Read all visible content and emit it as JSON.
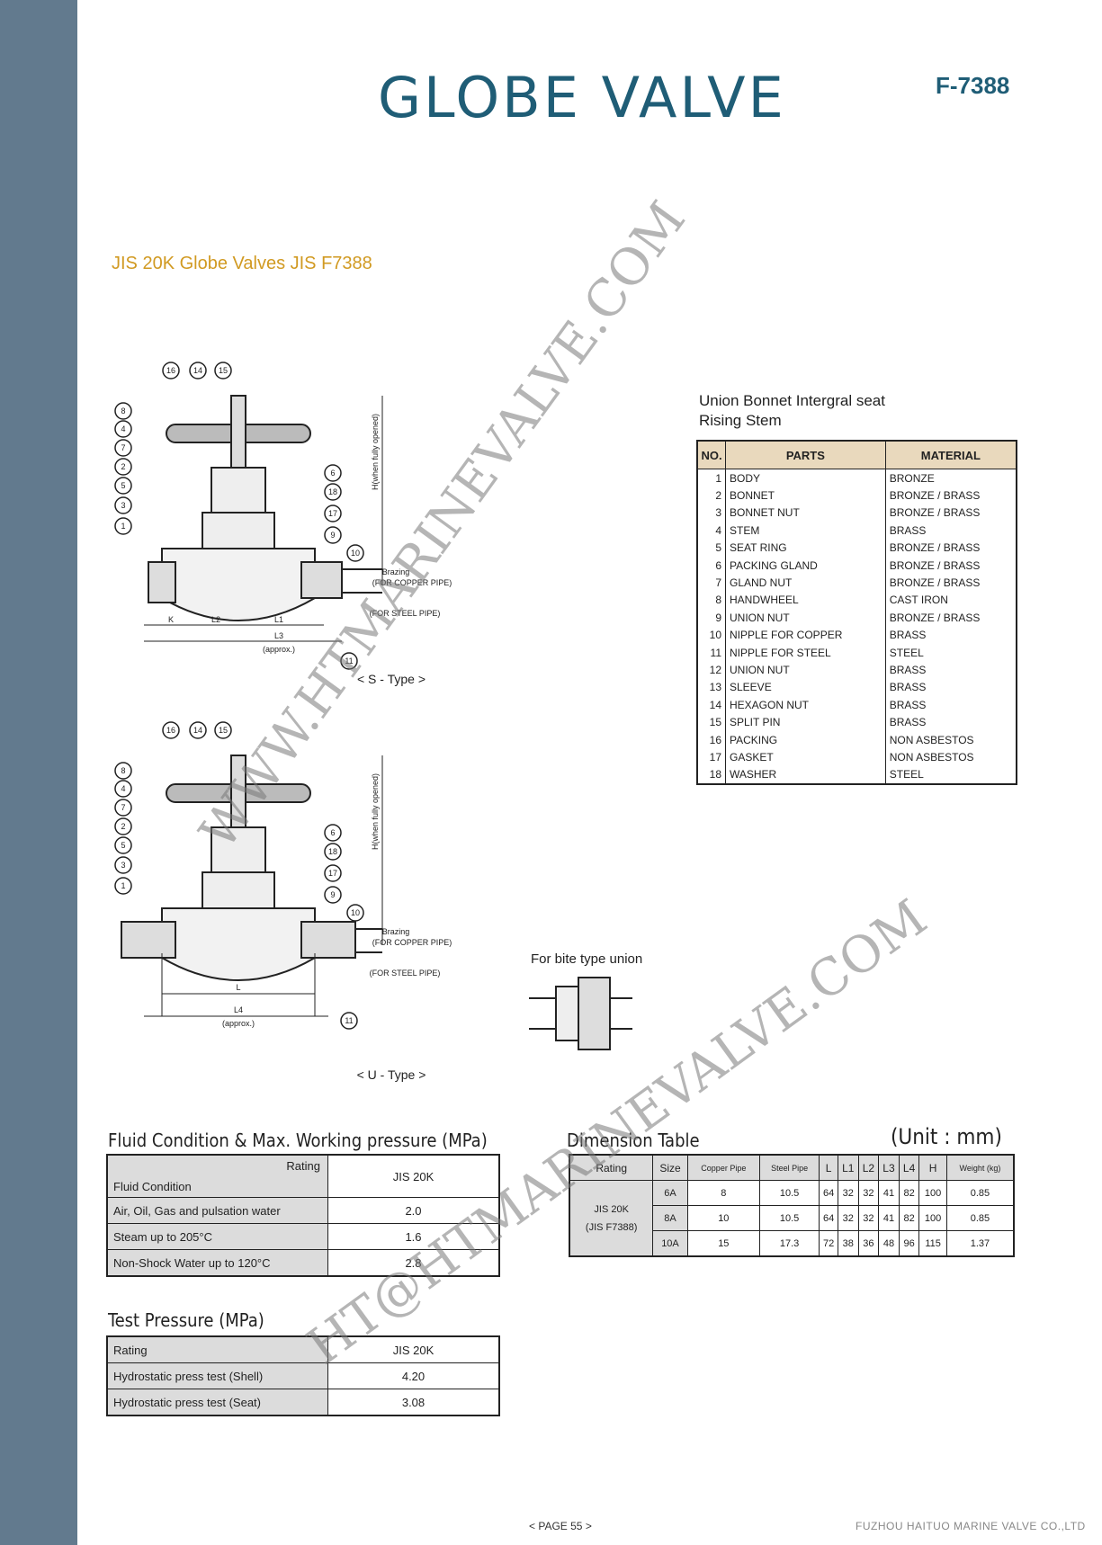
{
  "header": {
    "title": "GLOBE VALVE",
    "code": "F-7388"
  },
  "subtitle": "JIS 20K Globe Valves JIS F7388",
  "drawing": {
    "s_type_label": "< S - Type >",
    "u_type_label": "< U - Type >",
    "h_label": "H(when fully opened)",
    "brazing": "Brazing",
    "for_copper": "(FOR COPPER PIPE)",
    "for_steel": "(FOR STEEL PIPE)",
    "approx": "(approx.)",
    "dims_s": [
      "K",
      "L2",
      "L1",
      "L3"
    ],
    "dims_u": [
      "L",
      "L4"
    ],
    "bite_label": "For bite type union",
    "balloons_top": [
      "16",
      "14",
      "15"
    ],
    "balloons_left": [
      "8",
      "4",
      "7",
      "2",
      "5",
      "3",
      "1"
    ],
    "balloons_right": [
      "6",
      "18",
      "17",
      "9",
      "10",
      "11"
    ]
  },
  "parts": {
    "heading_line1": "Union Bonnet Intergral seat",
    "heading_line2": "Rising Stem",
    "columns": [
      "NO.",
      "PARTS",
      "MATERIAL"
    ],
    "rows": [
      [
        "1",
        "BODY",
        "BRONZE"
      ],
      [
        "2",
        "BONNET",
        "BRONZE / BRASS"
      ],
      [
        "3",
        "BONNET NUT",
        "BRONZE / BRASS"
      ],
      [
        "4",
        "STEM",
        "BRASS"
      ],
      [
        "5",
        "SEAT RING",
        "BRONZE / BRASS"
      ],
      [
        "6",
        "PACKING GLAND",
        "BRONZE / BRASS"
      ],
      [
        "7",
        "GLAND NUT",
        "BRONZE / BRASS"
      ],
      [
        "8",
        "HANDWHEEL",
        "CAST IRON"
      ],
      [
        "9",
        "UNION NUT",
        "BRONZE / BRASS"
      ],
      [
        "10",
        "NIPPLE FOR COPPER",
        "BRASS"
      ],
      [
        "11",
        "NIPPLE FOR STEEL",
        "STEEL"
      ],
      [
        "12",
        "UNION NUT",
        "BRASS"
      ],
      [
        "13",
        "SLEEVE",
        "BRASS"
      ],
      [
        "14",
        "HEXAGON NUT",
        "BRASS"
      ],
      [
        "15",
        "SPLIT PIN",
        "BRASS"
      ],
      [
        "16",
        "PACKING",
        "NON ASBESTOS"
      ],
      [
        "17",
        "GASKET",
        "NON ASBESTOS"
      ],
      [
        "18",
        "WASHER",
        "STEEL"
      ]
    ]
  },
  "fluid": {
    "heading": "Fluid Condition & Max. Working pressure (MPa)",
    "header_rating": "Rating",
    "header_condition": "Fluid Condition",
    "header_value": "JIS 20K",
    "rows": [
      [
        "Air, Oil, Gas and pulsation water",
        "2.0"
      ],
      [
        "Steam up to 205°C",
        "1.6"
      ],
      [
        "Non-Shock Water up to 120°C",
        "2.8"
      ]
    ]
  },
  "test": {
    "heading": "Test Pressure (MPa)",
    "header_label": "Rating",
    "header_value": "JIS 20K",
    "rows": [
      [
        "Hydrostatic press test (Shell)",
        "4.20"
      ],
      [
        "Hydrostatic press test (Seat)",
        "3.08"
      ]
    ]
  },
  "dimension": {
    "heading": "Dimension Table",
    "unit": "(Unit : mm)",
    "columns": [
      "Rating",
      "Size",
      "Copper Pipe",
      "Steel Pipe",
      "L",
      "L1",
      "L2",
      "L3",
      "L4",
      "H",
      "Weight (kg)"
    ],
    "rating_line1": "JIS 20K",
    "rating_line2": "(JIS F7388)",
    "rows": [
      [
        "6A",
        "8",
        "10.5",
        "64",
        "32",
        "32",
        "41",
        "82",
        "100",
        "0.85"
      ],
      [
        "8A",
        "10",
        "10.5",
        "64",
        "32",
        "32",
        "41",
        "82",
        "100",
        "0.85"
      ],
      [
        "10A",
        "15",
        "17.3",
        "72",
        "38",
        "36",
        "48",
        "96",
        "115",
        "1.37"
      ]
    ]
  },
  "watermarks": [
    "WWW.HTMARINEVALVE.COM",
    "HT@HTMARINEVALVE.COM"
  ],
  "footer": {
    "page": "< PAGE 55 >",
    "company": "FUZHOU HAITUO MARINE VALVE CO.,LTD"
  }
}
